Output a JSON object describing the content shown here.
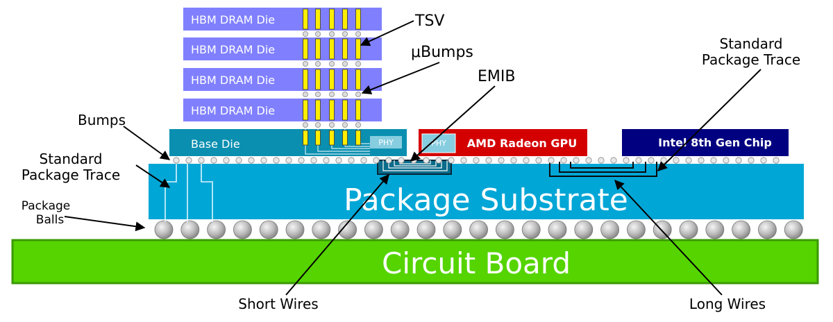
{
  "dies": {
    "hbm_label": "HBM DRAM Die",
    "base_die": "Base Die",
    "phy": "PHY",
    "gpu": "AMD Radeon GPU",
    "cpu": "Intel 8th Gen Chip"
  },
  "layers": {
    "package_substrate": "Package Substrate",
    "circuit_board": "Circuit Board"
  },
  "callouts": {
    "tsv": "TSV",
    "ubumps": "μBumps",
    "emib": "EMIB",
    "standard_trace_line1": "Standard",
    "standard_trace_line2": "Package Trace",
    "bumps": "Bumps",
    "package_balls_line1": "Package",
    "package_balls_line2": "Balls",
    "short_wires": "Short Wires",
    "long_wires": "Long Wires"
  },
  "colors": {
    "hbm": "#8080ff",
    "tsv": "#ffee00",
    "base_die": "#0a8fb0",
    "substrate": "#00a6d6",
    "board": "#55d400",
    "gpu": "#d40000",
    "cpu": "#000080",
    "phy": "#87cde0"
  }
}
